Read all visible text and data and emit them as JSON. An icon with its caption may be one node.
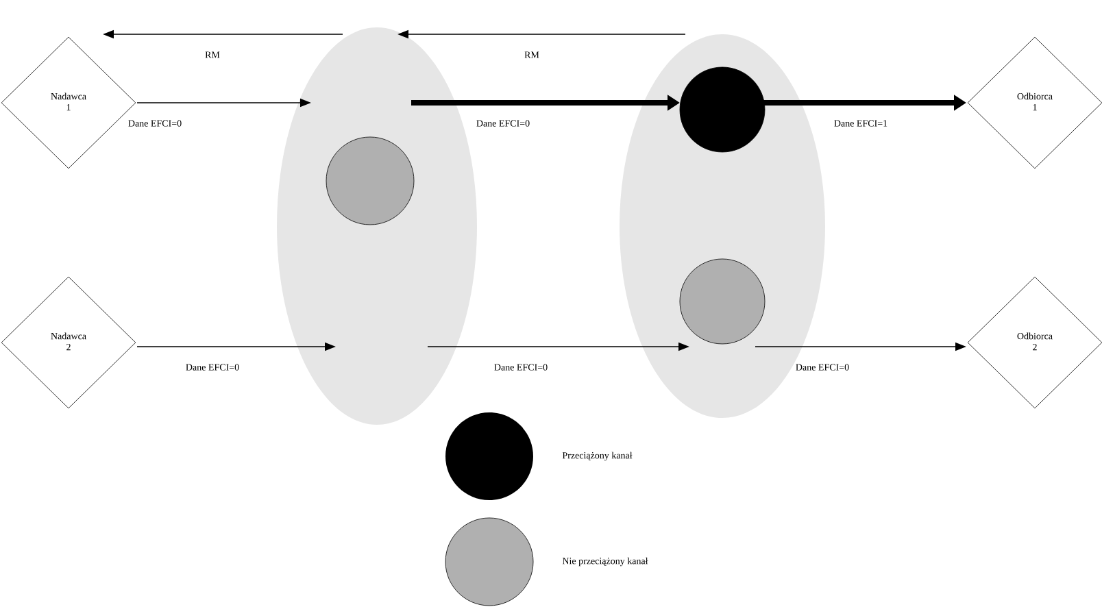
{
  "diagram": {
    "nodes": [
      {
        "text": [
          "Nadawca",
          "1"
        ]
      },
      {
        "text": [
          "Odbiorca",
          "1"
        ]
      },
      {
        "text": [
          "Nadawca",
          "2"
        ]
      },
      {
        "text": [
          "Odbiorca",
          "2"
        ]
      },
      {
        "text": [],
        "shape": "ellipse"
      },
      {
        "text": [],
        "shape": "ellipse"
      },
      {
        "text": [],
        "shape": "circle",
        "in": 4
      },
      {
        "text": [],
        "shape": "circle",
        "in": 5
      },
      {
        "text": [],
        "shape": "circle",
        "in": 5
      }
    ],
    "edges": [
      {
        "from": 4,
        "to": 0,
        "arrow": "to",
        "label": "RM"
      },
      {
        "from": 5,
        "to": 4,
        "arrow": "to",
        "label": "RM"
      },
      {
        "from": 0,
        "to": 4,
        "arrow": "to",
        "label": "Dane EFCI=0"
      },
      {
        "from": 4,
        "to": 7,
        "arrow": "to",
        "label": "Dane EFCI=0",
        "style": "thick"
      },
      {
        "from": 7,
        "to": 1,
        "arrow": "to",
        "label": "Dane EFCI=1",
        "style": "thick"
      },
      {
        "from": 2,
        "to": 4,
        "arrow": "to",
        "label": "Dane EFCI=0"
      },
      {
        "from": 4,
        "to": 8,
        "arrow": "to",
        "label": "Dane EFCI=0"
      },
      {
        "from": 8,
        "to": 3,
        "arrow": "to",
        "label": "Dane EFCI=0"
      }
    ],
    "legend": [
      {
        "text": "Przeciążony kanał",
        "color": "#000000"
      },
      {
        "text": "Nie przeciążony kanał",
        "color": "#b0b0b0"
      }
    ]
  }
}
